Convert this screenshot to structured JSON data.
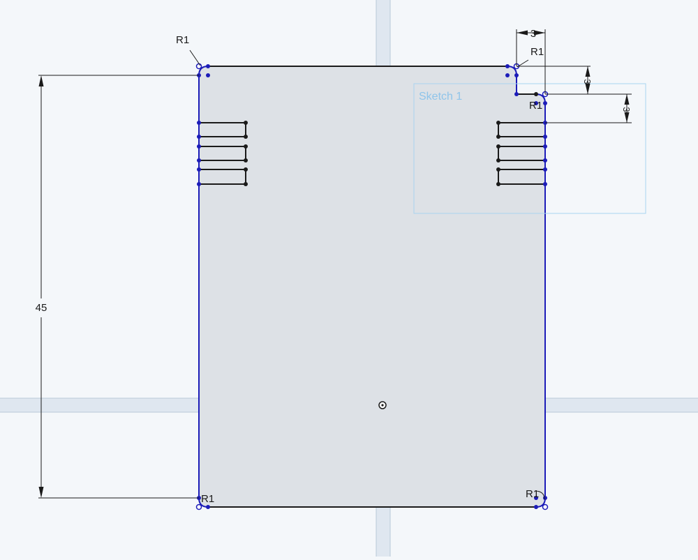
{
  "canvas": {
    "label": "CAD sketch canvas"
  },
  "sketch": {
    "name": "Sketch 1"
  },
  "dimensions": {
    "height": "45",
    "notch_width": "3",
    "notch_depth": "3",
    "slot_offset": "3"
  },
  "fillets": {
    "top_left": "R1",
    "top_right": "R1",
    "notch_corner": "R1",
    "bottom_left": "R1",
    "bottom_right": "R1"
  },
  "colors": {
    "background": "#f4f7fa",
    "plane_band": "#dfe7f0",
    "sketch_fill": "#dde1e6",
    "sketch_edge": "#1c1cb8",
    "construction_line": "#1a1a1a",
    "sketch_label": "#8ec4ea"
  }
}
